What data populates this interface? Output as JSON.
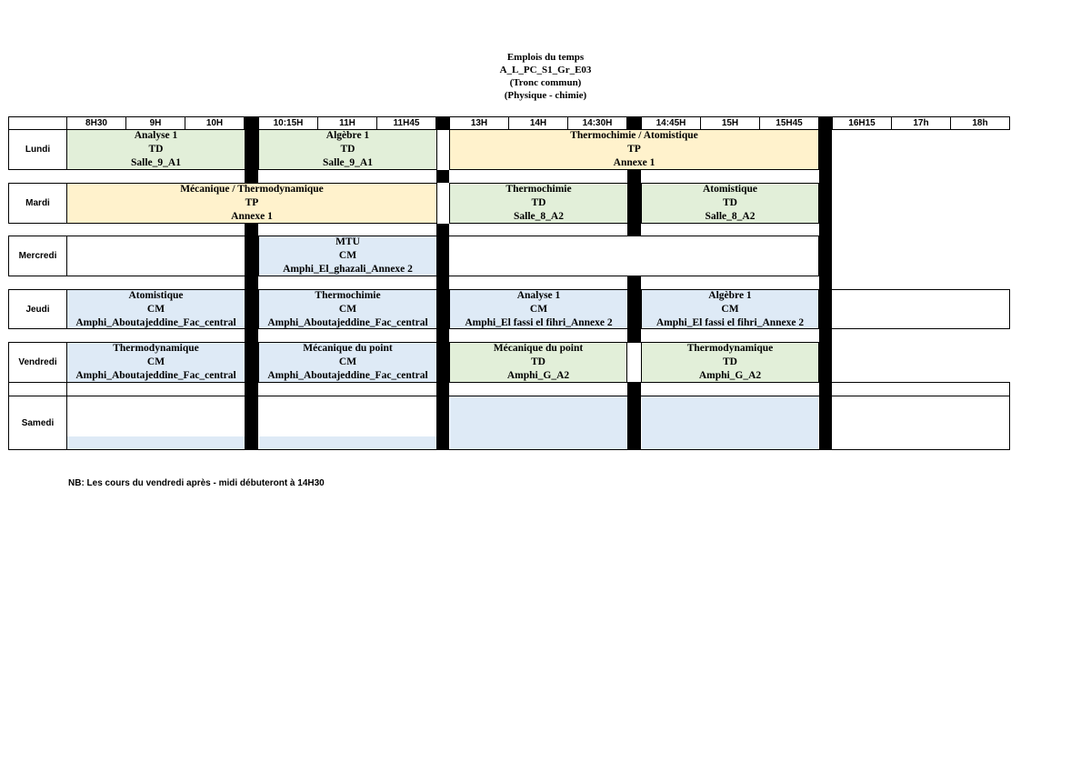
{
  "title": {
    "line1": "Emplois du temps",
    "line2": "A_L_PC_S1_Gr_E03",
    "line3": "(Tronc commun)",
    "line4": "(Physique - chimie)"
  },
  "headers": [
    "8H30",
    "9H",
    "10H",
    "10:15H",
    "11H",
    "11H45",
    "13H",
    "14H",
    "14:30H",
    "14:45H",
    "15H",
    "15H45",
    "16H15",
    "17h",
    "18h"
  ],
  "days": [
    "Lundi",
    "Mardi",
    "Mercredi",
    "Jeudi",
    "Vendredi",
    "Samedi"
  ],
  "courses": {
    "lundi_1": {
      "name": "Analyse 1",
      "type": "TD",
      "room": "Salle_9_A1"
    },
    "lundi_2": {
      "name": "Algèbre 1",
      "type": "TD",
      "room": "Salle_9_A1"
    },
    "lundi_3": {
      "name": "Thermochimie / Atomistique",
      "type": "TP",
      "room": "Annexe 1"
    },
    "mardi_1": {
      "name": "Mécanique / Thermodynamique",
      "type": "TP",
      "room": "Annexe 1"
    },
    "mardi_2": {
      "name": "Thermochimie",
      "type": "TD",
      "room": "Salle_8_A2"
    },
    "mardi_3": {
      "name": "Atomistique",
      "type": "TD",
      "room": "Salle_8_A2"
    },
    "mercredi_1": {
      "name": "MTU",
      "type": "CM",
      "room": "Amphi_El_ghazali_Annexe 2"
    },
    "jeudi_1": {
      "name": "Atomistique",
      "type": "CM",
      "room": "Amphi_Aboutajeddine_Fac_central"
    },
    "jeudi_2": {
      "name": "Thermochimie",
      "type": "CM",
      "room": "Amphi_Aboutajeddine_Fac_central"
    },
    "jeudi_3": {
      "name": "Analyse 1",
      "type": "CM",
      "room": "Amphi_El fassi el fihri_Annexe 2"
    },
    "jeudi_4": {
      "name": "Algèbre 1",
      "type": "CM",
      "room": "Amphi_El fassi el fihri_Annexe 2"
    },
    "vendredi_1": {
      "name": "Thermodynamique",
      "type": "CM",
      "room": "Amphi_Aboutajeddine_Fac_central"
    },
    "vendredi_2": {
      "name": "Mécanique du point",
      "type": "CM",
      "room": "Amphi_Aboutajeddine_Fac_central"
    },
    "vendredi_3": {
      "name": "Mécanique du point",
      "type": "TD",
      "room": "Amphi_G_A2"
    },
    "vendredi_4": {
      "name": "Thermodynamique",
      "type": "TD",
      "room": "Amphi_G_A2"
    }
  },
  "colors": {
    "td": "#e2efd9",
    "tp": "#fff2cc",
    "cm": "#deeaf6"
  },
  "note": "NB: Les cours du vendredi après - midi débuteront à 14H30"
}
